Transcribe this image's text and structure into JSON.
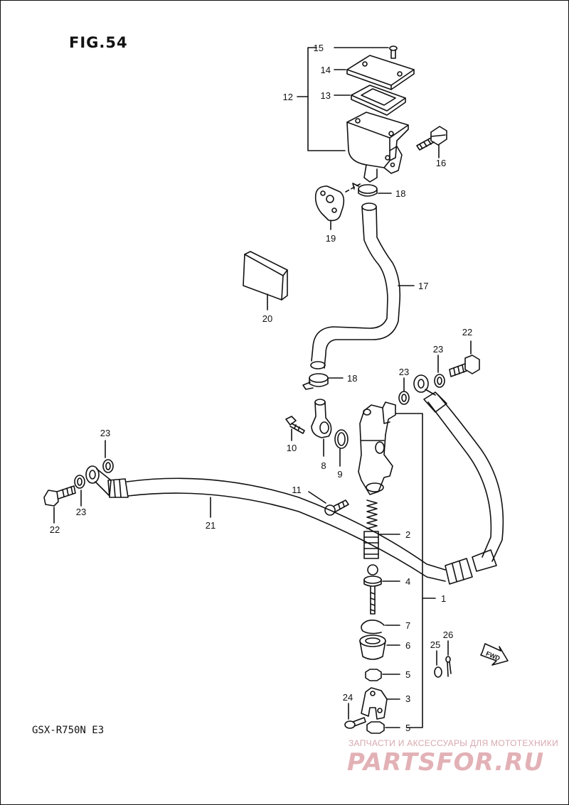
{
  "figure": {
    "title": "FIG.54",
    "model_code": "GSX-R750N E3",
    "fwd_label": "FWD"
  },
  "watermark": {
    "caption": "ЗАПЧАСТИ И АКСЕССУАРЫ ДЛЯ МОТОТЕХНИКИ",
    "brand": "PARTSFOR.RU",
    "color": "#e2b1b6"
  },
  "callouts": {
    "c1": "1",
    "c2": "2",
    "c3": "3",
    "c4": "4",
    "c5a": "5",
    "c5b": "5",
    "c6": "6",
    "c7": "7",
    "c8": "8",
    "c9": "9",
    "c10": "10",
    "c11": "11",
    "c12": "12",
    "c13": "13",
    "c14": "14",
    "c15": "15",
    "c16": "16",
    "c17": "17",
    "c18a": "18",
    "c18b": "18",
    "c19": "19",
    "c20": "20",
    "c21": "21",
    "c22a": "22",
    "c22b": "22",
    "c23a": "23",
    "c23b": "23",
    "c23c": "23",
    "c23d": "23",
    "c24": "24",
    "c25": "25",
    "c26": "26"
  }
}
